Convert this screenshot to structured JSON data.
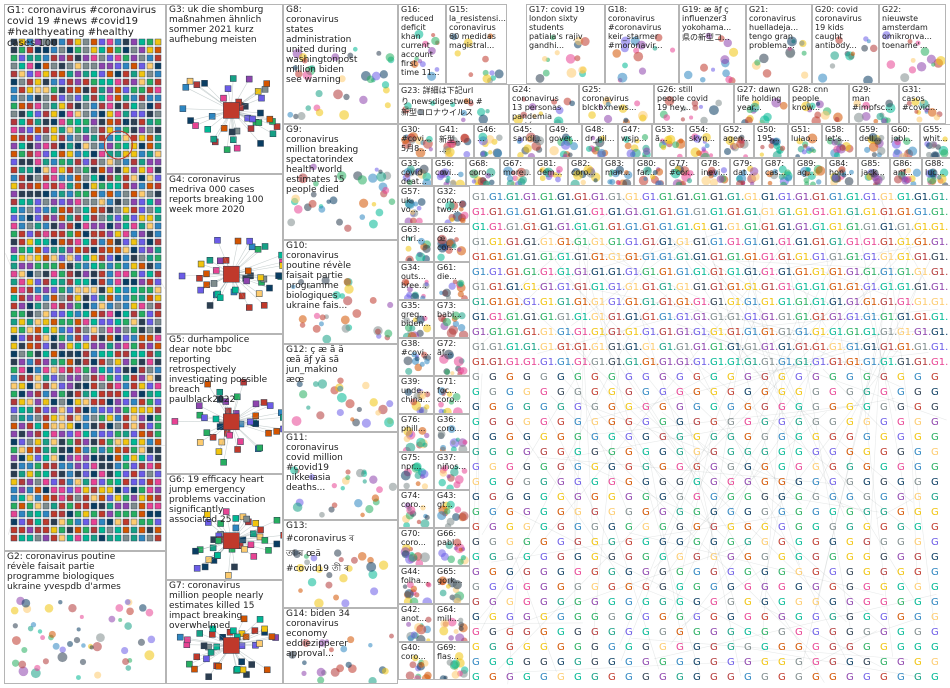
{
  "groups": [
    {
      "id": "G1",
      "label": "G1: coronavirus #coronavirus\ncovid 19 #news #covid19\n#healthyeating #healthy\ncases 100",
      "style": "grid"
    },
    {
      "id": "G2",
      "label": "G2: coronavirus poutine\nrévèle faisait partie\nprogramme biologiques\nukraine yvespdb d'armes",
      "style": "blob"
    },
    {
      "id": "G3",
      "label": "G3: uk die shomburg\nmaßnahmen ähnlich\nsommer 2021 kurz\naufhebung meisten",
      "style": "fan"
    },
    {
      "id": "G4",
      "label": "G4: coronavirus\nmedriva 000 cases\nreports breaking 100\nweek more 2020",
      "style": "fan"
    },
    {
      "id": "G5",
      "label": "G5: durhampolice\ndear note bbc\nreporting\nretrospectively\ninvestigating possible\nbreach\npaulblack2022",
      "style": "fan"
    },
    {
      "id": "G6",
      "label": "G6: 19 efficacy heart\njump emergency\nproblems vaccination\nsignificantly\nassociated 25",
      "style": "fan"
    },
    {
      "id": "G7",
      "label": "G7: coronavirus\nmillion people nearly\nestimates killed 15\nimpact breaking\noverwhelmed",
      "style": "fan"
    },
    {
      "id": "G8",
      "label": "G8:\ncoronavirus\nstates\nadministration\nunited during\nwashingtonpost\nmillion biden\nsee warning",
      "style": "blob"
    },
    {
      "id": "G9",
      "label": "G9:\ncoronavirus\nmillion breaking\nspectatorindex\nhealth world\nestimates 15\npeople died",
      "style": "blob"
    },
    {
      "id": "G10",
      "label": "G10:\ncoronavirus\npoutine révèle\nfaisait partie\nprogramme\nbiologiques\nukraine fais...",
      "style": "blob"
    },
    {
      "id": "G11",
      "label": "G11:\ncoronavirus\ncovid million\n#covid19\nnikkeiasia\ndeaths...",
      "style": "blob"
    },
    {
      "id": "G12",
      "label": "G12: ç æ ã ä\nœã ãƒ yä sã\njun_makino\næœ",
      "style": "blob"
    },
    {
      "id": "G13",
      "label": "G13:\n#coronavirus ৰ\nতা ৰ  œä\n#covid19 তী ৰ",
      "style": "blob"
    },
    {
      "id": "G14",
      "label": "G14: biden 34\ncoronavirus\neconomy\neddiezipperer\napproval...",
      "style": "blob"
    },
    {
      "id": "G15",
      "label": "G15:\nla_resistensi...\ncoronavirus\n60 medidas\nmagistral...",
      "style": "blob"
    },
    {
      "id": "G16",
      "label": "G16: reduced\ndeficit khan\ncurrent\naccount first\ntime 11...",
      "style": "blob"
    },
    {
      "id": "G17",
      "label": "G17: covid 19\nlondon sixty\nstudents\npatiala's rajiv\ngandhi...",
      "style": "blob"
    },
    {
      "id": "G18",
      "label": "G18:\ncoronavirus\n#coronavirus\nkeir_starmer\n#moronavir...",
      "style": "blob"
    },
    {
      "id": "G19",
      "label": "G19: æ ãƒ ç\ninfluenzer3\nyokohama...\n県の新型コ...",
      "style": "blob"
    },
    {
      "id": "G20",
      "label": "G20: covid\ncoronavirus\n19 kids\ncaught\nantibody...",
      "style": "blob"
    },
    {
      "id": "G21",
      "label": "G21:\ncoronavirus\nhuelladeja...\ntengo gran\nproblema...",
      "style": "blob"
    },
    {
      "id": "G22",
      "label": "G22:\nnieuwste\namsterdam\nomikronva...\ntoename'...",
      "style": "blob"
    },
    {
      "id": "G23",
      "label": "G23: 詳細は下記url\nり newsdigestweb #\n新型コロナウイルス",
      "style": "blob"
    },
    {
      "id": "G24",
      "label": "G24: coronavirus\n13 personas\npandemia matá...",
      "style": "blob"
    },
    {
      "id": "G25",
      "label": "G25:\ncoronavirus\nblckbxnews...",
      "style": "blob"
    },
    {
      "id": "G26",
      "label": "G26: still\npeople covid\n19 hey...",
      "style": "blob"
    },
    {
      "id": "G27",
      "label": "G27: dawn\nlife holding\nyear...",
      "style": "blob"
    },
    {
      "id": "G28",
      "label": "G28: cnn\npeople\nknow...",
      "style": "blob"
    },
    {
      "id": "G29",
      "label": "G29:\nman\n#impfsc...",
      "style": "blob"
    },
    {
      "id": "G31",
      "label": "G31:\ncasos\n#covid...",
      "style": "blob"
    }
  ],
  "small_groups": [
    {
      "id": "G30",
      "label": "G30:\n#covi...\n5月8..."
    },
    {
      "id": "G41",
      "label": "G41:\n新型...\n..."
    },
    {
      "id": "G46",
      "label": "G46:\n..."
    },
    {
      "id": "G45",
      "label": "G45:\nsandi..."
    },
    {
      "id": "G49",
      "label": "G49:\ngover..."
    },
    {
      "id": "G48",
      "label": "G48:\ndr_pil..."
    },
    {
      "id": "G47",
      "label": "G47:\nwsjp..."
    },
    {
      "id": "G53",
      "label": "G53:\nã..."
    },
    {
      "id": "G54",
      "label": "G54:\nskyn..."
    },
    {
      "id": "G52",
      "label": "G52:\nagen..."
    },
    {
      "id": "G50",
      "label": "G50:\n195..."
    },
    {
      "id": "G51",
      "label": "G51:\nlulao..."
    },
    {
      "id": "G58",
      "label": "G58:\nlet's..."
    },
    {
      "id": "G59",
      "label": "G59:\ndell..."
    },
    {
      "id": "G60",
      "label": "G60:\njobl..."
    },
    {
      "id": "G55",
      "label": "G55:\nwhit..."
    },
    {
      "id": "G33",
      "label": "G33:\ncovid\ndeat..."
    },
    {
      "id": "G56",
      "label": "G56:\ncovi..."
    },
    {
      "id": "G68",
      "label": "G68:\ncoro..."
    },
    {
      "id": "G67",
      "label": "G67:\nmore..."
    },
    {
      "id": "G81",
      "label": "G81:\ndem..."
    },
    {
      "id": "G82",
      "label": "G82:\ncoro..."
    },
    {
      "id": "G83",
      "label": "G83:\nman..."
    },
    {
      "id": "G80",
      "label": "G80:\nfar..."
    },
    {
      "id": "G77",
      "label": "G77:\n#cor..."
    },
    {
      "id": "G78",
      "label": "G78:\ninevi..."
    },
    {
      "id": "G79",
      "label": "G79:\ndat..."
    },
    {
      "id": "G87",
      "label": "G87:\ncas..."
    },
    {
      "id": "G89",
      "label": "G89:\nag..."
    },
    {
      "id": "G84",
      "label": "G84:\nhon..."
    },
    {
      "id": "G85",
      "label": "G85:\njack..."
    },
    {
      "id": "G86",
      "label": "G86:\nanf..."
    },
    {
      "id": "G88",
      "label": "G88:\nluc..."
    },
    {
      "id": "G57",
      "label": "G57:\nuk\nvo..."
    },
    {
      "id": "G32",
      "label": "G32:\ncoro...\ntwo..."
    },
    {
      "id": "G63",
      "label": "G63:\nchri..."
    },
    {
      "id": "G62",
      "label": "G62:\nœ\ncor..."
    },
    {
      "id": "G34",
      "label": "G34:\nouts...\nbree..."
    },
    {
      "id": "G61",
      "label": "G61:\ndie..."
    },
    {
      "id": "G35",
      "label": "G35:\ngreg...\nbiden..."
    },
    {
      "id": "G73",
      "label": "G73:\nbabi..."
    },
    {
      "id": "G38",
      "label": "G38:\n#covi..."
    },
    {
      "id": "G72",
      "label": "G72:\nãƒ..."
    },
    {
      "id": "G39",
      "label": "G39:\nunde...\nchina..."
    },
    {
      "id": "G71",
      "label": "G71:\nfoc...\ncoro..."
    },
    {
      "id": "G76",
      "label": "G76:\nphill..."
    },
    {
      "id": "G36",
      "label": "G36:\ncoro..."
    },
    {
      "id": "G75",
      "label": "G75:\nnpr..."
    },
    {
      "id": "G37",
      "label": "G37:\nniños..."
    },
    {
      "id": "G74",
      "label": "G74:\ncoro..."
    },
    {
      "id": "G43",
      "label": "G43:\ngt..."
    },
    {
      "id": "G70",
      "label": "G70:\ncoro..."
    },
    {
      "id": "G66",
      "label": "G66:\npabl..."
    },
    {
      "id": "G44",
      "label": "G44:\nfolha..."
    },
    {
      "id": "G65",
      "label": "G65:\ngork..."
    },
    {
      "id": "G42",
      "label": "G42:\nanot..."
    },
    {
      "id": "G64",
      "label": "G64:\nmill..."
    },
    {
      "id": "G40",
      "label": "G40:\ncoro..."
    },
    {
      "id": "G69",
      "label": "G69:\nflas..."
    }
  ],
  "node_glyph": "G1..."
}
